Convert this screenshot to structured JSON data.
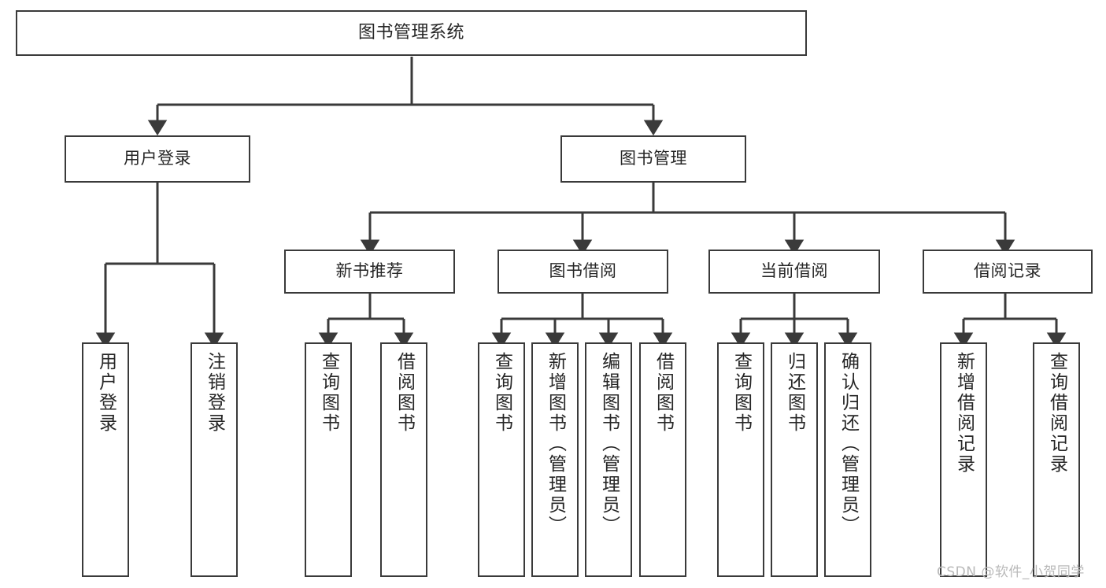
{
  "diagram": {
    "title": "图书管理系统",
    "type": "tree",
    "watermark": "CSDN @软件_小贺同学",
    "colors": {
      "background": "#ffffff",
      "box_border": "#3a3a3a",
      "box_fill": "#ffffff",
      "text": "#262626",
      "edge": "#3a3a3a",
      "watermark": "#b9b9b9"
    },
    "nodes": {
      "root": {
        "label": "图书管理系统",
        "orientation": "horizontal"
      },
      "level2": [
        {
          "id": "user-login",
          "label": "用户登录",
          "orientation": "horizontal"
        },
        {
          "id": "book-manage",
          "label": "图书管理",
          "orientation": "horizontal"
        }
      ],
      "level3": [
        {
          "id": "new-book-recommend",
          "label": "新书推荐",
          "orientation": "horizontal"
        },
        {
          "id": "book-borrow",
          "label": "图书借阅",
          "orientation": "horizontal"
        },
        {
          "id": "current-borrow",
          "label": "当前借阅",
          "orientation": "horizontal"
        },
        {
          "id": "borrow-record",
          "label": "借阅记录",
          "orientation": "horizontal"
        }
      ],
      "leaves": [
        {
          "id": "leaf-user-login",
          "label": "用户登录",
          "parent": "user-login",
          "orientation": "vertical"
        },
        {
          "id": "leaf-logout-login",
          "label": "注销登录",
          "parent": "user-login",
          "orientation": "vertical"
        },
        {
          "id": "leaf-query-book-1",
          "label": "查询图书",
          "parent": "new-book-recommend",
          "orientation": "vertical"
        },
        {
          "id": "leaf-borrow-book-1",
          "label": "借阅图书",
          "parent": "new-book-recommend",
          "orientation": "vertical"
        },
        {
          "id": "leaf-query-book-2",
          "label": "查询图书",
          "parent": "book-borrow",
          "orientation": "vertical"
        },
        {
          "id": "leaf-add-book",
          "label": "新增图书（管理员）",
          "parent": "book-borrow",
          "orientation": "vertical"
        },
        {
          "id": "leaf-edit-book",
          "label": "编辑图书（管理员）",
          "parent": "book-borrow",
          "orientation": "vertical"
        },
        {
          "id": "leaf-borrow-book-2",
          "label": "借阅图书",
          "parent": "book-borrow",
          "orientation": "vertical"
        },
        {
          "id": "leaf-query-book-3",
          "label": "查询图书",
          "parent": "current-borrow",
          "orientation": "vertical"
        },
        {
          "id": "leaf-return-book",
          "label": "归还图书",
          "parent": "current-borrow",
          "orientation": "vertical"
        },
        {
          "id": "leaf-confirm-return",
          "label": "确认归还（管理员）",
          "parent": "current-borrow",
          "orientation": "vertical"
        },
        {
          "id": "leaf-add-record",
          "label": "新增借阅记录",
          "parent": "borrow-record",
          "orientation": "vertical"
        },
        {
          "id": "leaf-query-record",
          "label": "查询借阅记录",
          "parent": "borrow-record",
          "orientation": "vertical"
        }
      ]
    }
  }
}
